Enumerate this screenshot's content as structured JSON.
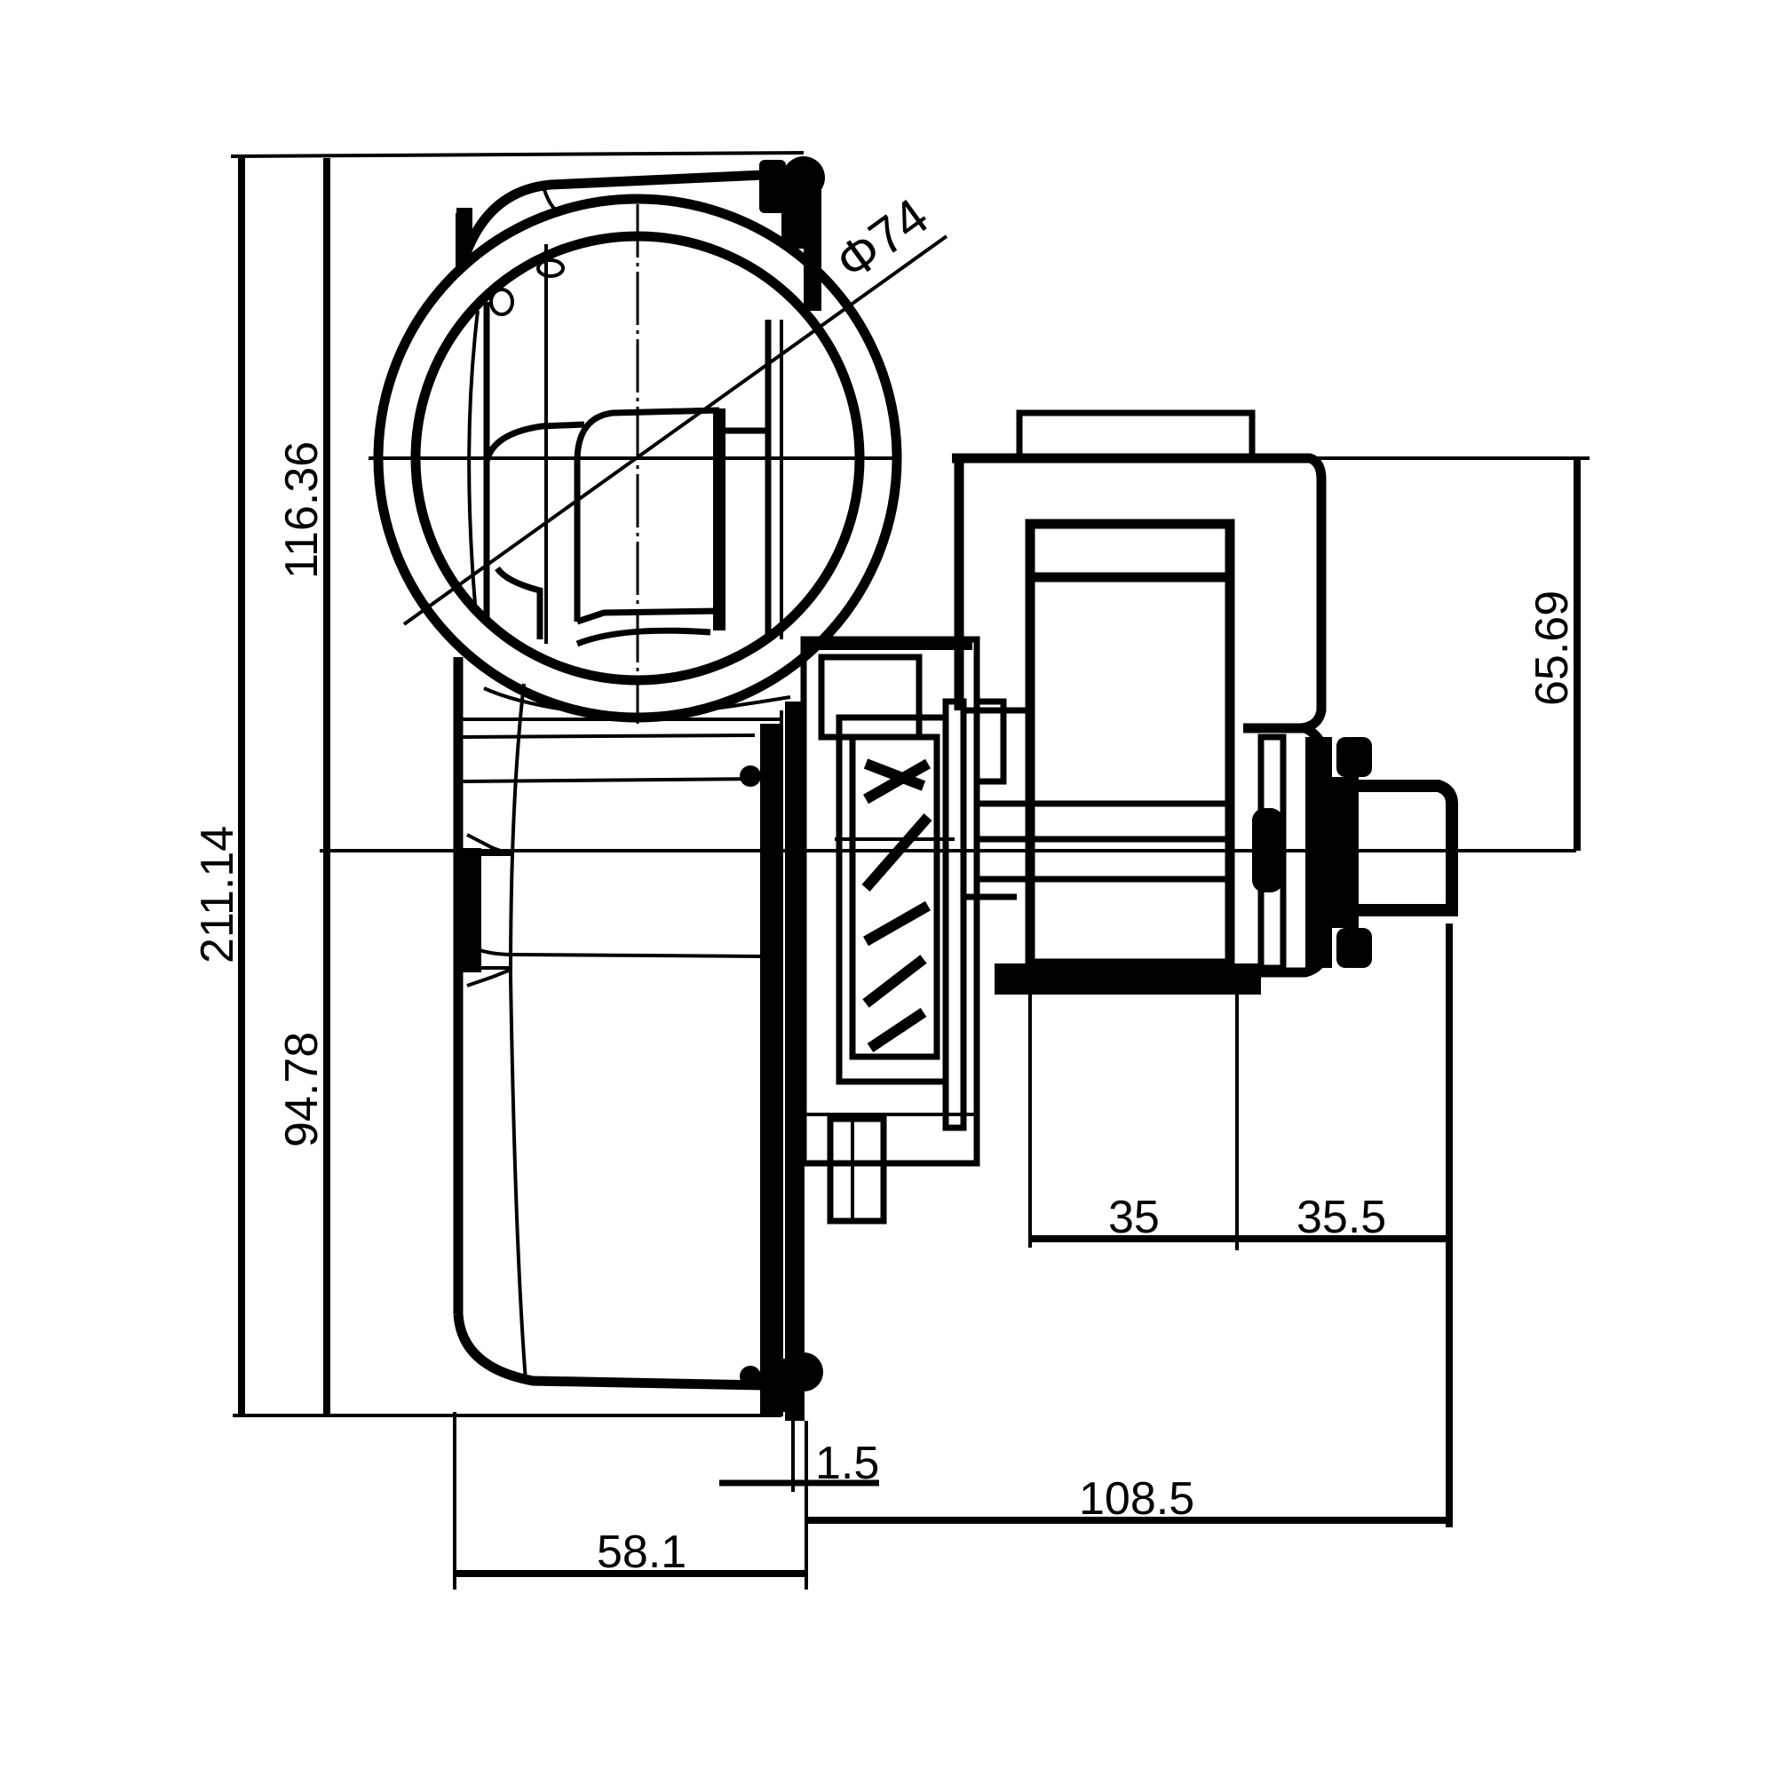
{
  "drawing": {
    "subject": "Centrifugal blower side elevation dimensional drawing",
    "colors": {
      "line": "#000000",
      "background": "#ffffff"
    }
  },
  "dimensions": {
    "overall_height": {
      "label": "211.14",
      "orientation": "vertical"
    },
    "outlet_center_to_top": {
      "label": "116.36",
      "orientation": "vertical"
    },
    "shaft_center_to_bottom": {
      "label": "94.78",
      "orientation": "vertical"
    },
    "motor_top_to_shaft": {
      "label": "65.69",
      "orientation": "vertical"
    },
    "outlet_diameter": {
      "label": "Φ74",
      "orientation": "diagonal"
    },
    "motor_core_width": {
      "label": "35",
      "orientation": "horizontal"
    },
    "motor_to_end": {
      "label": "35.5",
      "orientation": "horizontal"
    },
    "flange_thickness": {
      "label": "1.5",
      "orientation": "horizontal"
    },
    "housing_depth": {
      "label": "58.1",
      "orientation": "horizontal"
    },
    "flange_to_motor_end": {
      "label": "108.5",
      "orientation": "horizontal"
    }
  }
}
